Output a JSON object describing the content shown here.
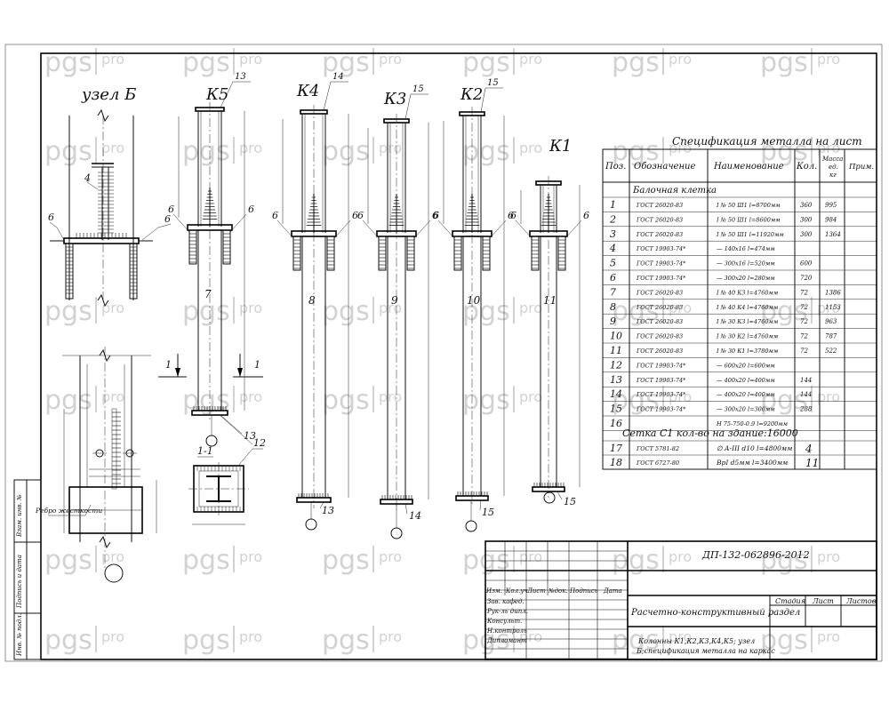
{
  "watermark": {
    "brand": "pgs",
    "suffix": "pro"
  },
  "node": {
    "title": "узел Б",
    "stiffener_label": "Ребро жесткости",
    "pos_4": "4",
    "pos_6": "6"
  },
  "section": {
    "label": "1-1",
    "pos": "12"
  },
  "cut_marks": {
    "left": "1",
    "right": "1"
  },
  "columns": [
    {
      "id": "K5",
      "label": "К5",
      "pos_top": "13",
      "pos_bottom": "13",
      "pos_body": "7",
      "pos_side": "6"
    },
    {
      "id": "K4",
      "label": "К4",
      "pos_top": "14",
      "pos_bottom": "13",
      "pos_body": "8",
      "pos_side": "6"
    },
    {
      "id": "K3",
      "label": "К3",
      "pos_top": "15",
      "pos_bottom": "14",
      "pos_body": "9",
      "pos_side": "6"
    },
    {
      "id": "K2",
      "label": "К2",
      "pos_top": "15",
      "pos_bottom": "15",
      "pos_body": "10",
      "pos_side": "6"
    },
    {
      "id": "K1",
      "label": "К1",
      "pos_top": "",
      "pos_bottom": "15",
      "pos_body": "11",
      "pos_side": "6"
    }
  ],
  "spec": {
    "title": "Спецификация металла на лист",
    "headers": {
      "pos": "Поз.",
      "designation": "Обозначение",
      "name": "Наименование",
      "qty": "Кол.",
      "mass_l1": "Масса",
      "mass_l2": "ед.",
      "mass_l3": "кг",
      "note": "Прим."
    },
    "section1": "Балочная клетка",
    "rows1": [
      {
        "pos": "1",
        "doc": "ГОСТ 26020-83",
        "name": "I № 50 Ш1 l=8700мм",
        "qty": "360",
        "mass": "995"
      },
      {
        "pos": "2",
        "doc": "ГОСТ 26020-83",
        "name": "I № 50 Ш1 l=8600мм",
        "qty": "300",
        "mass": "984"
      },
      {
        "pos": "3",
        "doc": "ГОСТ 26020-83",
        "name": "I № 50 Ш1 l=11920мм",
        "qty": "300",
        "mass": "1364"
      },
      {
        "pos": "4",
        "doc": "ГОСТ 19903-74*",
        "name": "— 140х16 l=474мм",
        "qty": "",
        "mass": ""
      },
      {
        "pos": "5",
        "doc": "ГОСТ 19903-74*",
        "name": "— 300х16 l=520мм",
        "qty": "600",
        "mass": ""
      },
      {
        "pos": "6",
        "doc": "ГОСТ 19903-74*",
        "name": "— 300х20 l=280мм",
        "qty": "720",
        "mass": ""
      },
      {
        "pos": "7",
        "doc": "ГОСТ 26020-83",
        "name": "I № 40 К3 l=4760мм",
        "qty": "72",
        "mass": "1386"
      },
      {
        "pos": "8",
        "doc": "ГОСТ 26020-83",
        "name": "I № 40 К4 l=4760мм",
        "qty": "72",
        "mass": "1153"
      },
      {
        "pos": "9",
        "doc": "ГОСТ 26020-83",
        "name": "I № 30 К3 l=4760мм",
        "qty": "72",
        "mass": "963"
      },
      {
        "pos": "10",
        "doc": "ГОСТ 26020-83",
        "name": "I № 30 К2 l=4760мм",
        "qty": "72",
        "mass": "787"
      },
      {
        "pos": "11",
        "doc": "ГОСТ 26020-83",
        "name": "I № 30 К1 l=3780мм",
        "qty": "72",
        "mass": "522"
      },
      {
        "pos": "12",
        "doc": "ГОСТ 19903-74*",
        "name": "— 600х20 l=600мм",
        "qty": "",
        "mass": ""
      },
      {
        "pos": "13",
        "doc": "ГОСТ 19903-74*",
        "name": "— 400х20 l=400мм",
        "qty": "144",
        "mass": ""
      },
      {
        "pos": "14",
        "doc": "ГОСТ 19903-74*",
        "name": "— 400х20 l=400мм",
        "qty": "144",
        "mass": ""
      },
      {
        "pos": "15",
        "doc": "ГОСТ 19903-74*",
        "name": "— 300х20 l=300мм",
        "qty": "288",
        "mass": ""
      },
      {
        "pos": "16",
        "doc": "",
        "name": "Н 75-750-0.9 l=9200мм",
        "qty": "",
        "mass": ""
      }
    ],
    "section2": "Сетка С1 кол-во на здание:16000",
    "rows2": [
      {
        "pos": "17",
        "doc": "ГОСТ 5781-82",
        "name": "∅ А-III d10 l=4800мм",
        "qty": "4",
        "mass": ""
      },
      {
        "pos": "18",
        "doc": "ГОСТ 6727-80",
        "name": "ВрI d5мм l=3400мм",
        "qty": "11",
        "mass": ""
      }
    ]
  },
  "stamp": {
    "code": "ДП-132-062896-2012",
    "header_cells": [
      "Изм.",
      "Кол.уч.",
      "Лист",
      "№док.",
      "Подпись",
      "Дата"
    ],
    "roles": [
      "Зав. кафед.",
      "Рук-ль дипл.",
      "Консульт.",
      "Н.контроль",
      "Дипломант"
    ],
    "section_title": "Расчетно-конструктивный раздел",
    "stage_headers": [
      "Стадия",
      "Лист",
      "Листов"
    ],
    "sheet_title_line1": "Колонны К1,К2,К3,К4,К5; узел",
    "sheet_title_line2": "Б;спецификация металла на каркас"
  },
  "side_stamp": [
    "Инв. № подл.",
    "Подпись и дата",
    "Взам. инв. №"
  ]
}
